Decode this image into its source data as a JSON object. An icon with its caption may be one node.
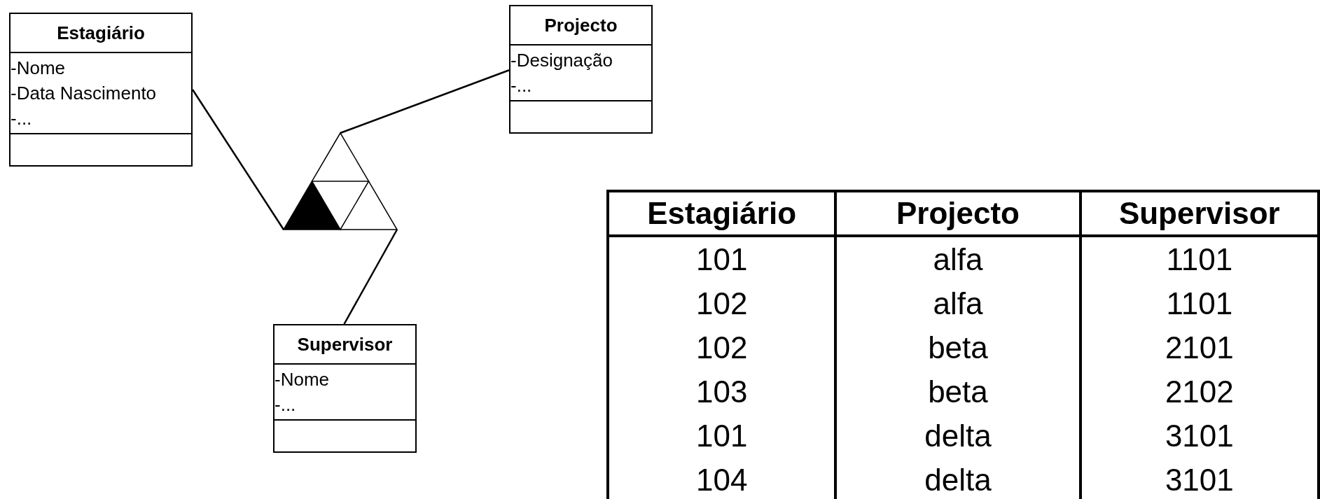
{
  "diagram": {
    "nodes": [
      {
        "text": [
          "Estagiário",
          "-Nome",
          "-Data Nascimento",
          "-..."
        ]
      },
      {
        "text": [
          "Projecto",
          "-Designação",
          "-..."
        ]
      },
      {
        "text": [
          "Supervisor",
          "-Nome",
          "-..."
        ]
      },
      {
        "text": [],
        "shape": "triangle"
      }
    ],
    "edges": [
      {
        "from": 3,
        "to": 0,
        "arrow": "none"
      },
      {
        "from": 3,
        "to": 1,
        "arrow": "none"
      },
      {
        "from": 3,
        "to": 2,
        "arrow": "none"
      }
    ],
    "labels": [
      "Estagiário",
      "Projecto",
      "Supervisor",
      "101",
      "alfa",
      "1101",
      "102",
      "alfa",
      "1101",
      "102",
      "beta",
      "2101",
      "103",
      "beta",
      "2102",
      "101",
      "delta",
      "3101",
      "104",
      "delta",
      "3101"
    ]
  }
}
